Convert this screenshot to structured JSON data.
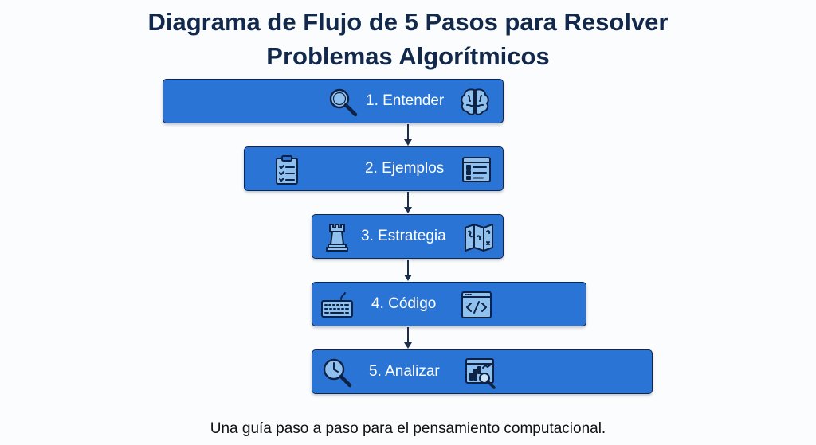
{
  "title": {
    "line1": "Diagrama de Flujo de 5 Pasos para Resolver",
    "line2": "Problemas Algorítmicos"
  },
  "steps": [
    {
      "label": "1. Entender",
      "icon_left": "magnifying-glass-icon",
      "icon_right": "brain-icon"
    },
    {
      "label": "2. Ejemplos",
      "icon_left": "clipboard-checklist-icon",
      "icon_right": "list-window-icon"
    },
    {
      "label": "3. Estrategia",
      "icon_left": "chess-rook-icon",
      "icon_right": "folded-map-icon"
    },
    {
      "label": "4. Código",
      "icon_left": "keyboard-icon",
      "icon_right": "code-window-icon"
    },
    {
      "label": "5. Analizar",
      "icon_left": "clock-magnifier-icon",
      "icon_right": "chart-magnifier-icon"
    }
  ],
  "caption": "Una guía paso a paso para el pensamiento computacional.",
  "colors": {
    "box_fill": "#2a74d6",
    "box_border": "#0f2850",
    "title": "#13294b",
    "connector": "#1c2e4d",
    "icon_stroke": "#0d2244"
  }
}
